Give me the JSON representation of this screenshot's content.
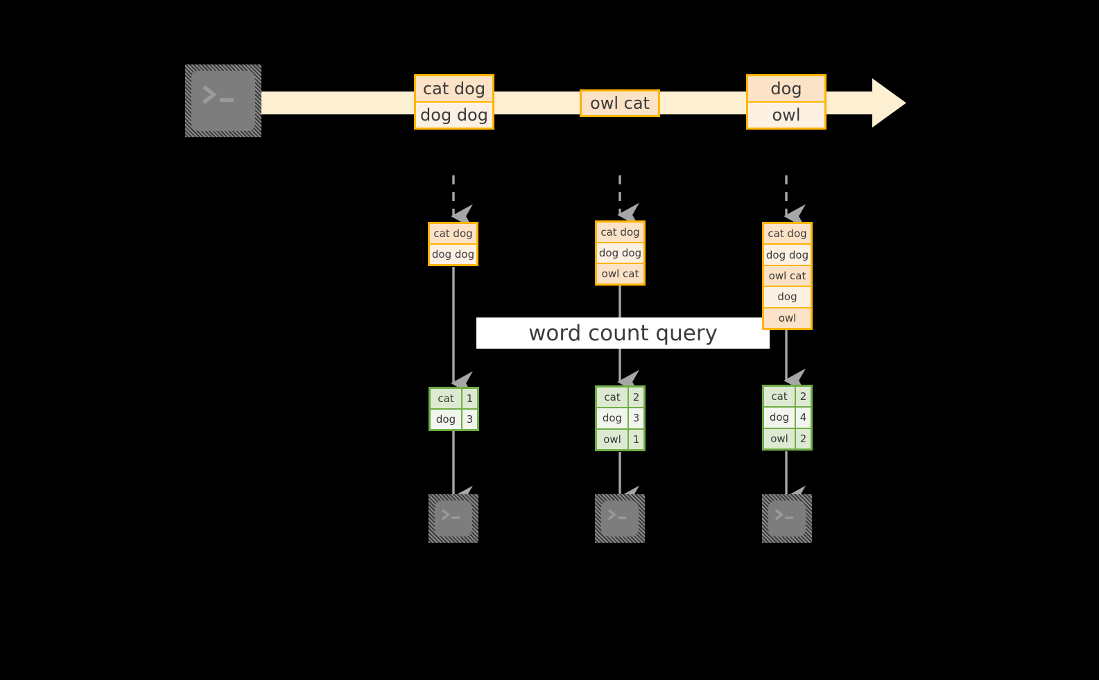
{
  "diagram": {
    "title_label": "word count query",
    "background_color": "#000000",
    "accent_orange": "#FFB400",
    "accent_green": "#6FAE45",
    "stream_color": "#FDEFD2",
    "arrow_gray": "#A6A6A6"
  },
  "icons": {
    "terminal_source": "terminal-icon",
    "terminal_sink": "terminal-icon",
    "stream_arrow": "stream-arrow-icon",
    "dashed_arrow": "dashed-down-arrow-icon",
    "solid_arrow": "solid-down-arrow-icon"
  },
  "stream": {
    "events": [
      {
        "id": "event-group-1",
        "lines": [
          "cat dog",
          "dog dog"
        ]
      },
      {
        "id": "event-group-2",
        "lines": [
          "owl cat"
        ]
      },
      {
        "id": "event-group-3",
        "lines": [
          "dog",
          "owl"
        ]
      }
    ]
  },
  "snapshots": [
    {
      "id": "snapshot-1",
      "input_rows": [
        "cat dog",
        "dog dog"
      ],
      "result_headerless": true,
      "results": [
        {
          "word": "cat",
          "count": "1"
        },
        {
          "word": "dog",
          "count": "3"
        }
      ]
    },
    {
      "id": "snapshot-2",
      "input_rows": [
        "cat dog",
        "dog dog",
        "owl cat"
      ],
      "result_headerless": true,
      "results": [
        {
          "word": "cat",
          "count": "2"
        },
        {
          "word": "dog",
          "count": "3"
        },
        {
          "word": "owl",
          "count": "1"
        }
      ]
    },
    {
      "id": "snapshot-3",
      "input_rows": [
        "cat dog",
        "dog dog",
        "owl cat",
        "dog",
        "owl"
      ],
      "result_headerless": true,
      "results": [
        {
          "word": "cat",
          "count": "2"
        },
        {
          "word": "dog",
          "count": "4"
        },
        {
          "word": "owl",
          "count": "2"
        }
      ]
    }
  ]
}
